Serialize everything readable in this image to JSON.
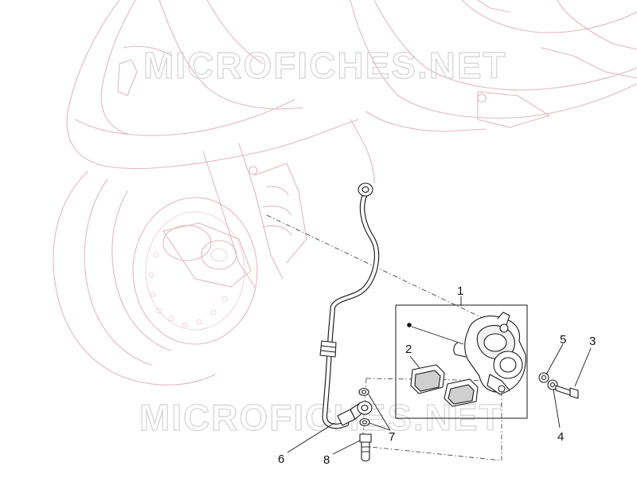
{
  "watermark": {
    "text_top": "MICROFICHES.NET",
    "text_bottom": "MICROFICHES.NET"
  },
  "callouts": {
    "c1": "1",
    "c2": "2",
    "c3": "3",
    "c4": "4",
    "c5": "5",
    "c6": "6",
    "c7": "7",
    "c8": "8"
  },
  "colors": {
    "ghost_line": "#e2b8c0",
    "part_line": "#1a1a1a",
    "watermark": "#d6d6d6"
  }
}
